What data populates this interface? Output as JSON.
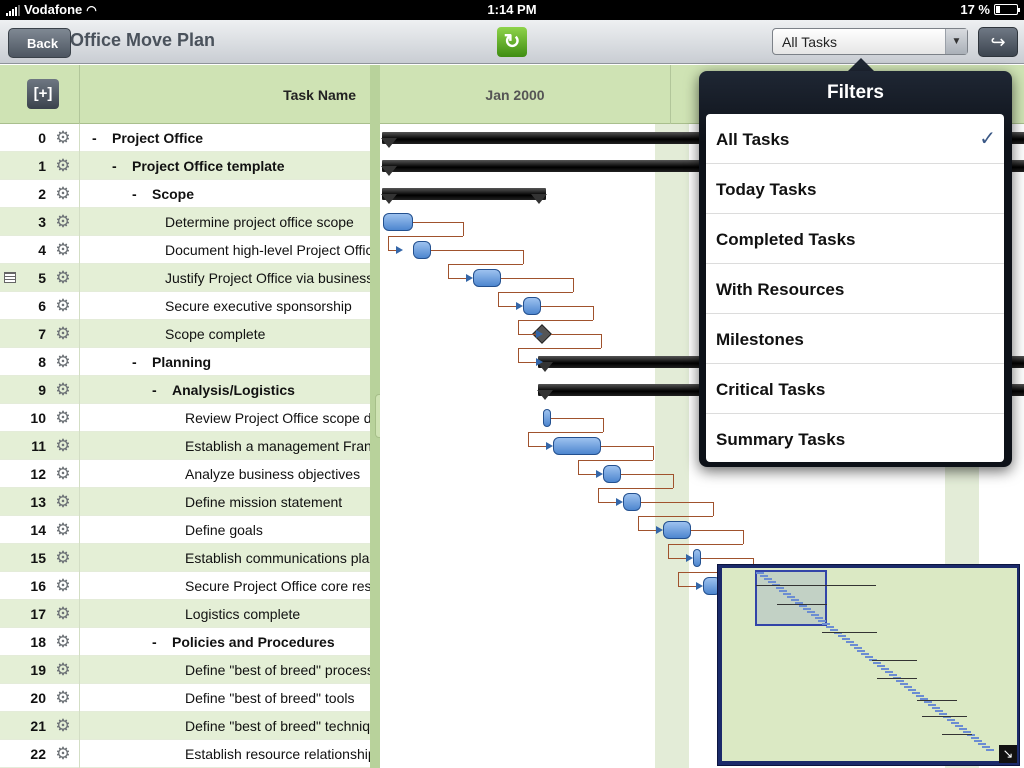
{
  "status": {
    "carrier": "Vodafone",
    "time": "1:14 PM",
    "battery": "17 %",
    "battery_level": 0.17
  },
  "nav": {
    "back_label": "Back",
    "title": "Office Move Plan",
    "logo_icon": "app-logo-icon",
    "filter_value": "All Tasks",
    "share_icon": "share-icon"
  },
  "grid": {
    "expand_label": "[+]",
    "task_name_header": "Task Name",
    "month_header": "Jan 2000"
  },
  "tasks": [
    {
      "id": "0",
      "name": "Project Office",
      "summary": true,
      "indent": 0,
      "collapse": "-"
    },
    {
      "id": "1",
      "name": "Project Office template",
      "summary": true,
      "indent": 1,
      "collapse": "-"
    },
    {
      "id": "2",
      "name": "Scope",
      "summary": true,
      "indent": 2,
      "collapse": "-"
    },
    {
      "id": "3",
      "name": "Determine project office scope",
      "summary": false,
      "indent": 3,
      "collapse": ""
    },
    {
      "id": "4",
      "name": "Document high-level Project Offic",
      "summary": false,
      "indent": 3,
      "collapse": ""
    },
    {
      "id": "5",
      "name": "Justify Project Office via business",
      "summary": false,
      "indent": 3,
      "collapse": "",
      "note": true
    },
    {
      "id": "6",
      "name": "Secure executive sponsorship",
      "summary": false,
      "indent": 3,
      "collapse": ""
    },
    {
      "id": "7",
      "name": "Scope complete",
      "summary": false,
      "indent": 3,
      "collapse": ""
    },
    {
      "id": "8",
      "name": "Planning",
      "summary": true,
      "indent": 2,
      "collapse": "-"
    },
    {
      "id": "9",
      "name": "Analysis/Logistics",
      "summary": true,
      "indent": 3,
      "collapse": "-"
    },
    {
      "id": "10",
      "name": "Review Project Office scope d",
      "summary": false,
      "indent": 4,
      "collapse": ""
    },
    {
      "id": "11",
      "name": "Establish a management Fran",
      "summary": false,
      "indent": 4,
      "collapse": ""
    },
    {
      "id": "12",
      "name": "Analyze business objectives",
      "summary": false,
      "indent": 4,
      "collapse": ""
    },
    {
      "id": "13",
      "name": "Define mission statement",
      "summary": false,
      "indent": 4,
      "collapse": ""
    },
    {
      "id": "14",
      "name": "Define goals",
      "summary": false,
      "indent": 4,
      "collapse": ""
    },
    {
      "id": "15",
      "name": "Establish communications pla",
      "summary": false,
      "indent": 4,
      "collapse": ""
    },
    {
      "id": "16",
      "name": "Secure Project Office core res",
      "summary": false,
      "indent": 4,
      "collapse": ""
    },
    {
      "id": "17",
      "name": "Logistics complete",
      "summary": false,
      "indent": 4,
      "collapse": ""
    },
    {
      "id": "18",
      "name": "Policies and Procedures",
      "summary": true,
      "indent": 3,
      "collapse": "-"
    },
    {
      "id": "19",
      "name": "Define \"best of breed\" process",
      "summary": false,
      "indent": 4,
      "collapse": ""
    },
    {
      "id": "20",
      "name": "Define \"best of breed\" tools",
      "summary": false,
      "indent": 4,
      "collapse": ""
    },
    {
      "id": "21",
      "name": "Define \"best of breed\" techniq",
      "summary": false,
      "indent": 4,
      "collapse": ""
    },
    {
      "id": "22",
      "name": "Establish resource relationship",
      "summary": false,
      "indent": 4,
      "collapse": ""
    }
  ],
  "filters": {
    "title": "Filters",
    "selected": "All Tasks",
    "check_icon": "checkmark-icon",
    "items": [
      "All Tasks",
      "Today Tasks",
      "Completed Tasks",
      "With Resources",
      "Milestones",
      "Critical Tasks",
      "Summary Tasks"
    ]
  },
  "colors": {
    "header_green": "#cfe3b4",
    "alt_row": "#e4efd6",
    "task_bar": "#4e86cf",
    "link": "#a0522d"
  }
}
